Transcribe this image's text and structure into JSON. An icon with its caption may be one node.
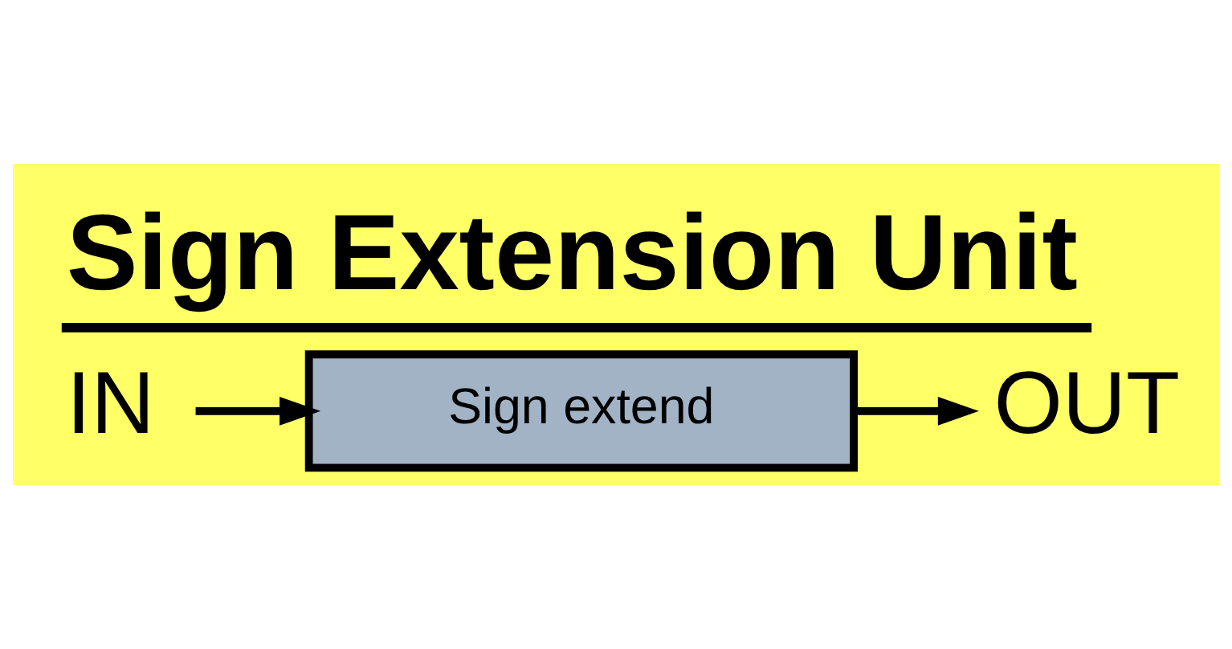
{
  "diagram": {
    "title": "Sign Extension Unit",
    "nodes": [
      {
        "text": [
          "IN"
        ]
      },
      {
        "text": [
          "Sign extend"
        ]
      },
      {
        "text": [
          "OUT"
        ]
      }
    ],
    "edges": [
      {
        "from": 0,
        "to": 1,
        "arrow": "to"
      },
      {
        "from": 1,
        "to": 2,
        "arrow": "to"
      }
    ]
  }
}
